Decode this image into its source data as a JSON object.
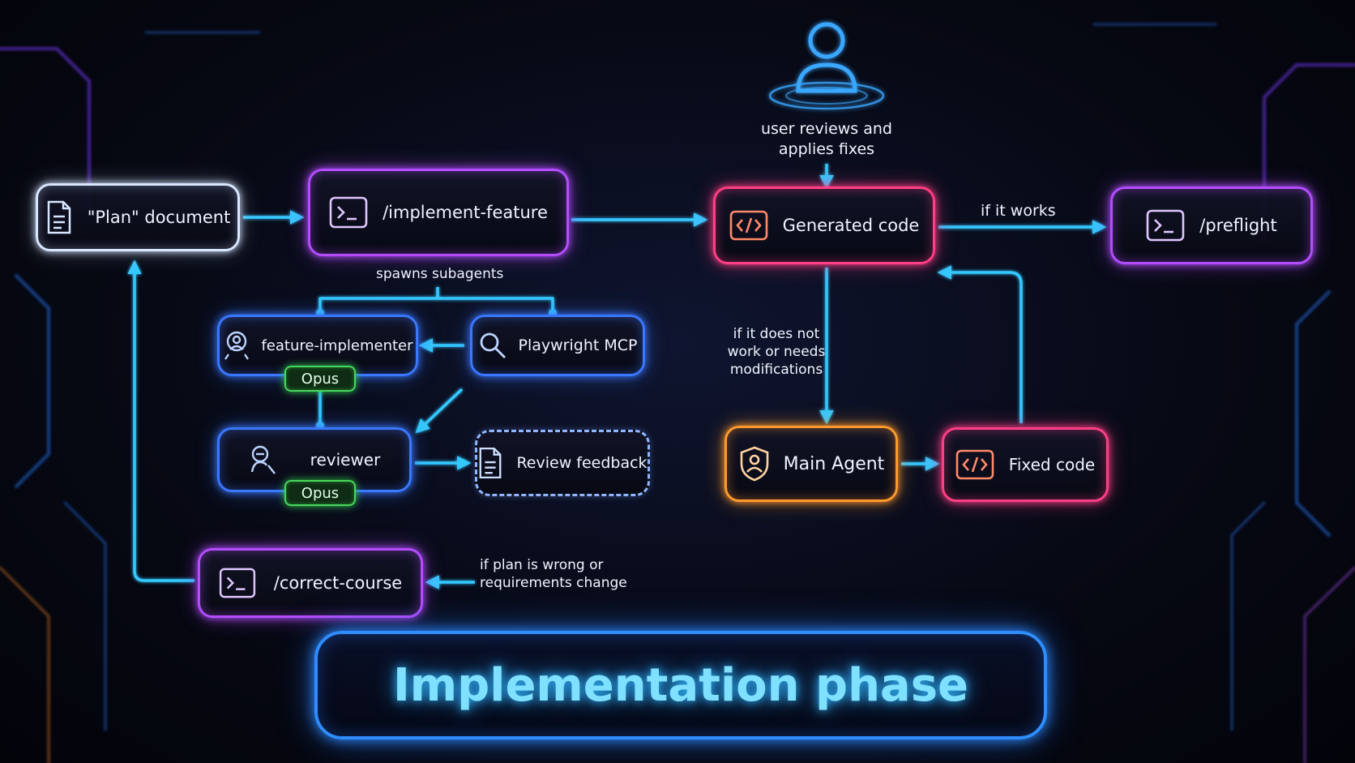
{
  "diagram": {
    "title": "Implementation phase",
    "colors": {
      "flow": "#35c8ff",
      "white": "#d8e6ff",
      "purple": "#b44dff",
      "pink": "#ff3f86",
      "blue": "#3a78ff",
      "orange": "#ff9a2e",
      "green": "#47d65c"
    },
    "nodes": {
      "plan_document": {
        "label": "\"Plan\" document",
        "icon": "document-icon"
      },
      "implement_feature": {
        "label": "/implement-feature",
        "icon": "terminal-icon"
      },
      "generated_code": {
        "label": "Generated code",
        "icon": "code-icon"
      },
      "preflight": {
        "label": "/preflight",
        "icon": "terminal-icon"
      },
      "feature_implementer": {
        "label": "feature-implementer",
        "badge": "Opus",
        "icon": "agent-icon"
      },
      "playwright_mcp": {
        "label": "Playwright MCP",
        "icon": "magnifier-icon"
      },
      "reviewer": {
        "label": "reviewer",
        "badge": "Opus",
        "icon": "reviewer-icon"
      },
      "review_feedback": {
        "label": "Review feedback",
        "icon": "document-icon"
      },
      "main_agent": {
        "label": "Main Agent",
        "icon": "shield-agent-icon"
      },
      "fixed_code": {
        "label": "Fixed code",
        "icon": "code-icon"
      },
      "correct_course": {
        "label": "/correct-course",
        "icon": "terminal-icon"
      },
      "user": {
        "icon": "user-icon"
      }
    },
    "edge_labels": {
      "user_reviews": [
        "user reviews and",
        "applies fixes"
      ],
      "if_it_works": "if it works",
      "spawns_subagents": "spawns subagents",
      "if_not_work": [
        "if it does not",
        "work or needs",
        "modifications"
      ],
      "if_plan_wrong": [
        "if plan is wrong or",
        "requirements change"
      ]
    }
  }
}
